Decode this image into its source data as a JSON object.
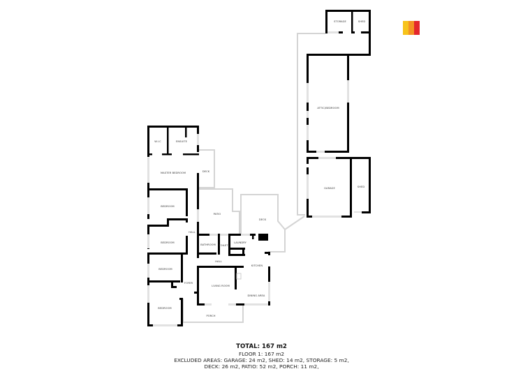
{
  "logo": {
    "colors": [
      "#f7c31b",
      "#f39224",
      "#e4262c"
    ]
  },
  "rooms": {
    "wic": "W.I.C",
    "ensuite": "ENSUITE",
    "master_bedroom": "MASTER BEDROOM",
    "deck_left": "DECK",
    "bedroom_1": "BEDROOM",
    "patio": "PATIO",
    "hall_1": "HALL",
    "bedroom_2": "BEDROOM",
    "bathroom": "BATHROOM",
    "toilet": "TOILET",
    "laundry": "LAUNDRY",
    "deck_main": "DECK",
    "hall_2": "HALL",
    "kitchen": "KITCHEN",
    "bedroom_3": "BEDROOM",
    "foyer": "FOYER",
    "living_room": "LIVING ROOM",
    "dining_area": "DINING AREA",
    "bedroom_4": "BEDROOM",
    "porch": "PORCH",
    "storage": "STORAGE",
    "shed_top": "SHED",
    "attic_bedroom": "ATTIC/BEDROOM",
    "garage": "GARAGE",
    "shed_right": "SHED"
  },
  "summary": {
    "total": "TOTAL: 167 m2",
    "floor1": "FLOOR 1: 167 m2",
    "excluded_line1": "EXCLUDED AREAS: GARAGE: 24 m2, SHED: 14 m2, STORAGE: 5 m2,",
    "excluded_line2": "DECK: 26 m2, PATIO: 52 m2, PORCH: 11 m2,"
  }
}
